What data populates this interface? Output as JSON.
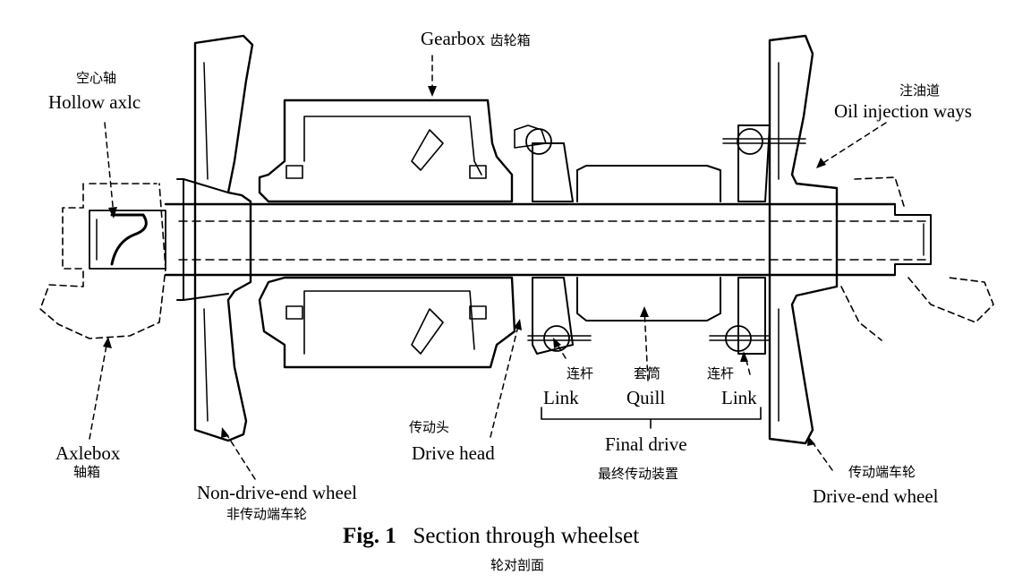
{
  "labels": {
    "gearbox": {
      "en": "Gearbox",
      "zh": "齿轮箱"
    },
    "hollow_axle": {
      "en": "Hollow axlc",
      "zh": "空心轴"
    },
    "oil_injection": {
      "en": "Oil injection ways",
      "zh": "注油道"
    },
    "link_left": {
      "en": "Link",
      "zh": "连杆"
    },
    "quill": {
      "en": "Quill",
      "zh": "套筒"
    },
    "link_right": {
      "en": "Link",
      "zh": "连杆"
    },
    "axlebox": {
      "en": "Axlebox",
      "zh": "轴箱"
    },
    "non_drive_wheel": {
      "en": "Non-drive-end wheel",
      "zh": "非传动端车轮"
    },
    "drive_head": {
      "en": "Drive head",
      "zh": "传动头"
    },
    "final_drive": {
      "en": "Final drive",
      "zh": "最终传动装置"
    },
    "drive_end_wheel": {
      "en": "Drive-end wheel",
      "zh": "传动端车轮"
    }
  },
  "caption": {
    "number": "Fig. 1",
    "title": "Section through wheelset",
    "zh": "轮对剖面"
  }
}
